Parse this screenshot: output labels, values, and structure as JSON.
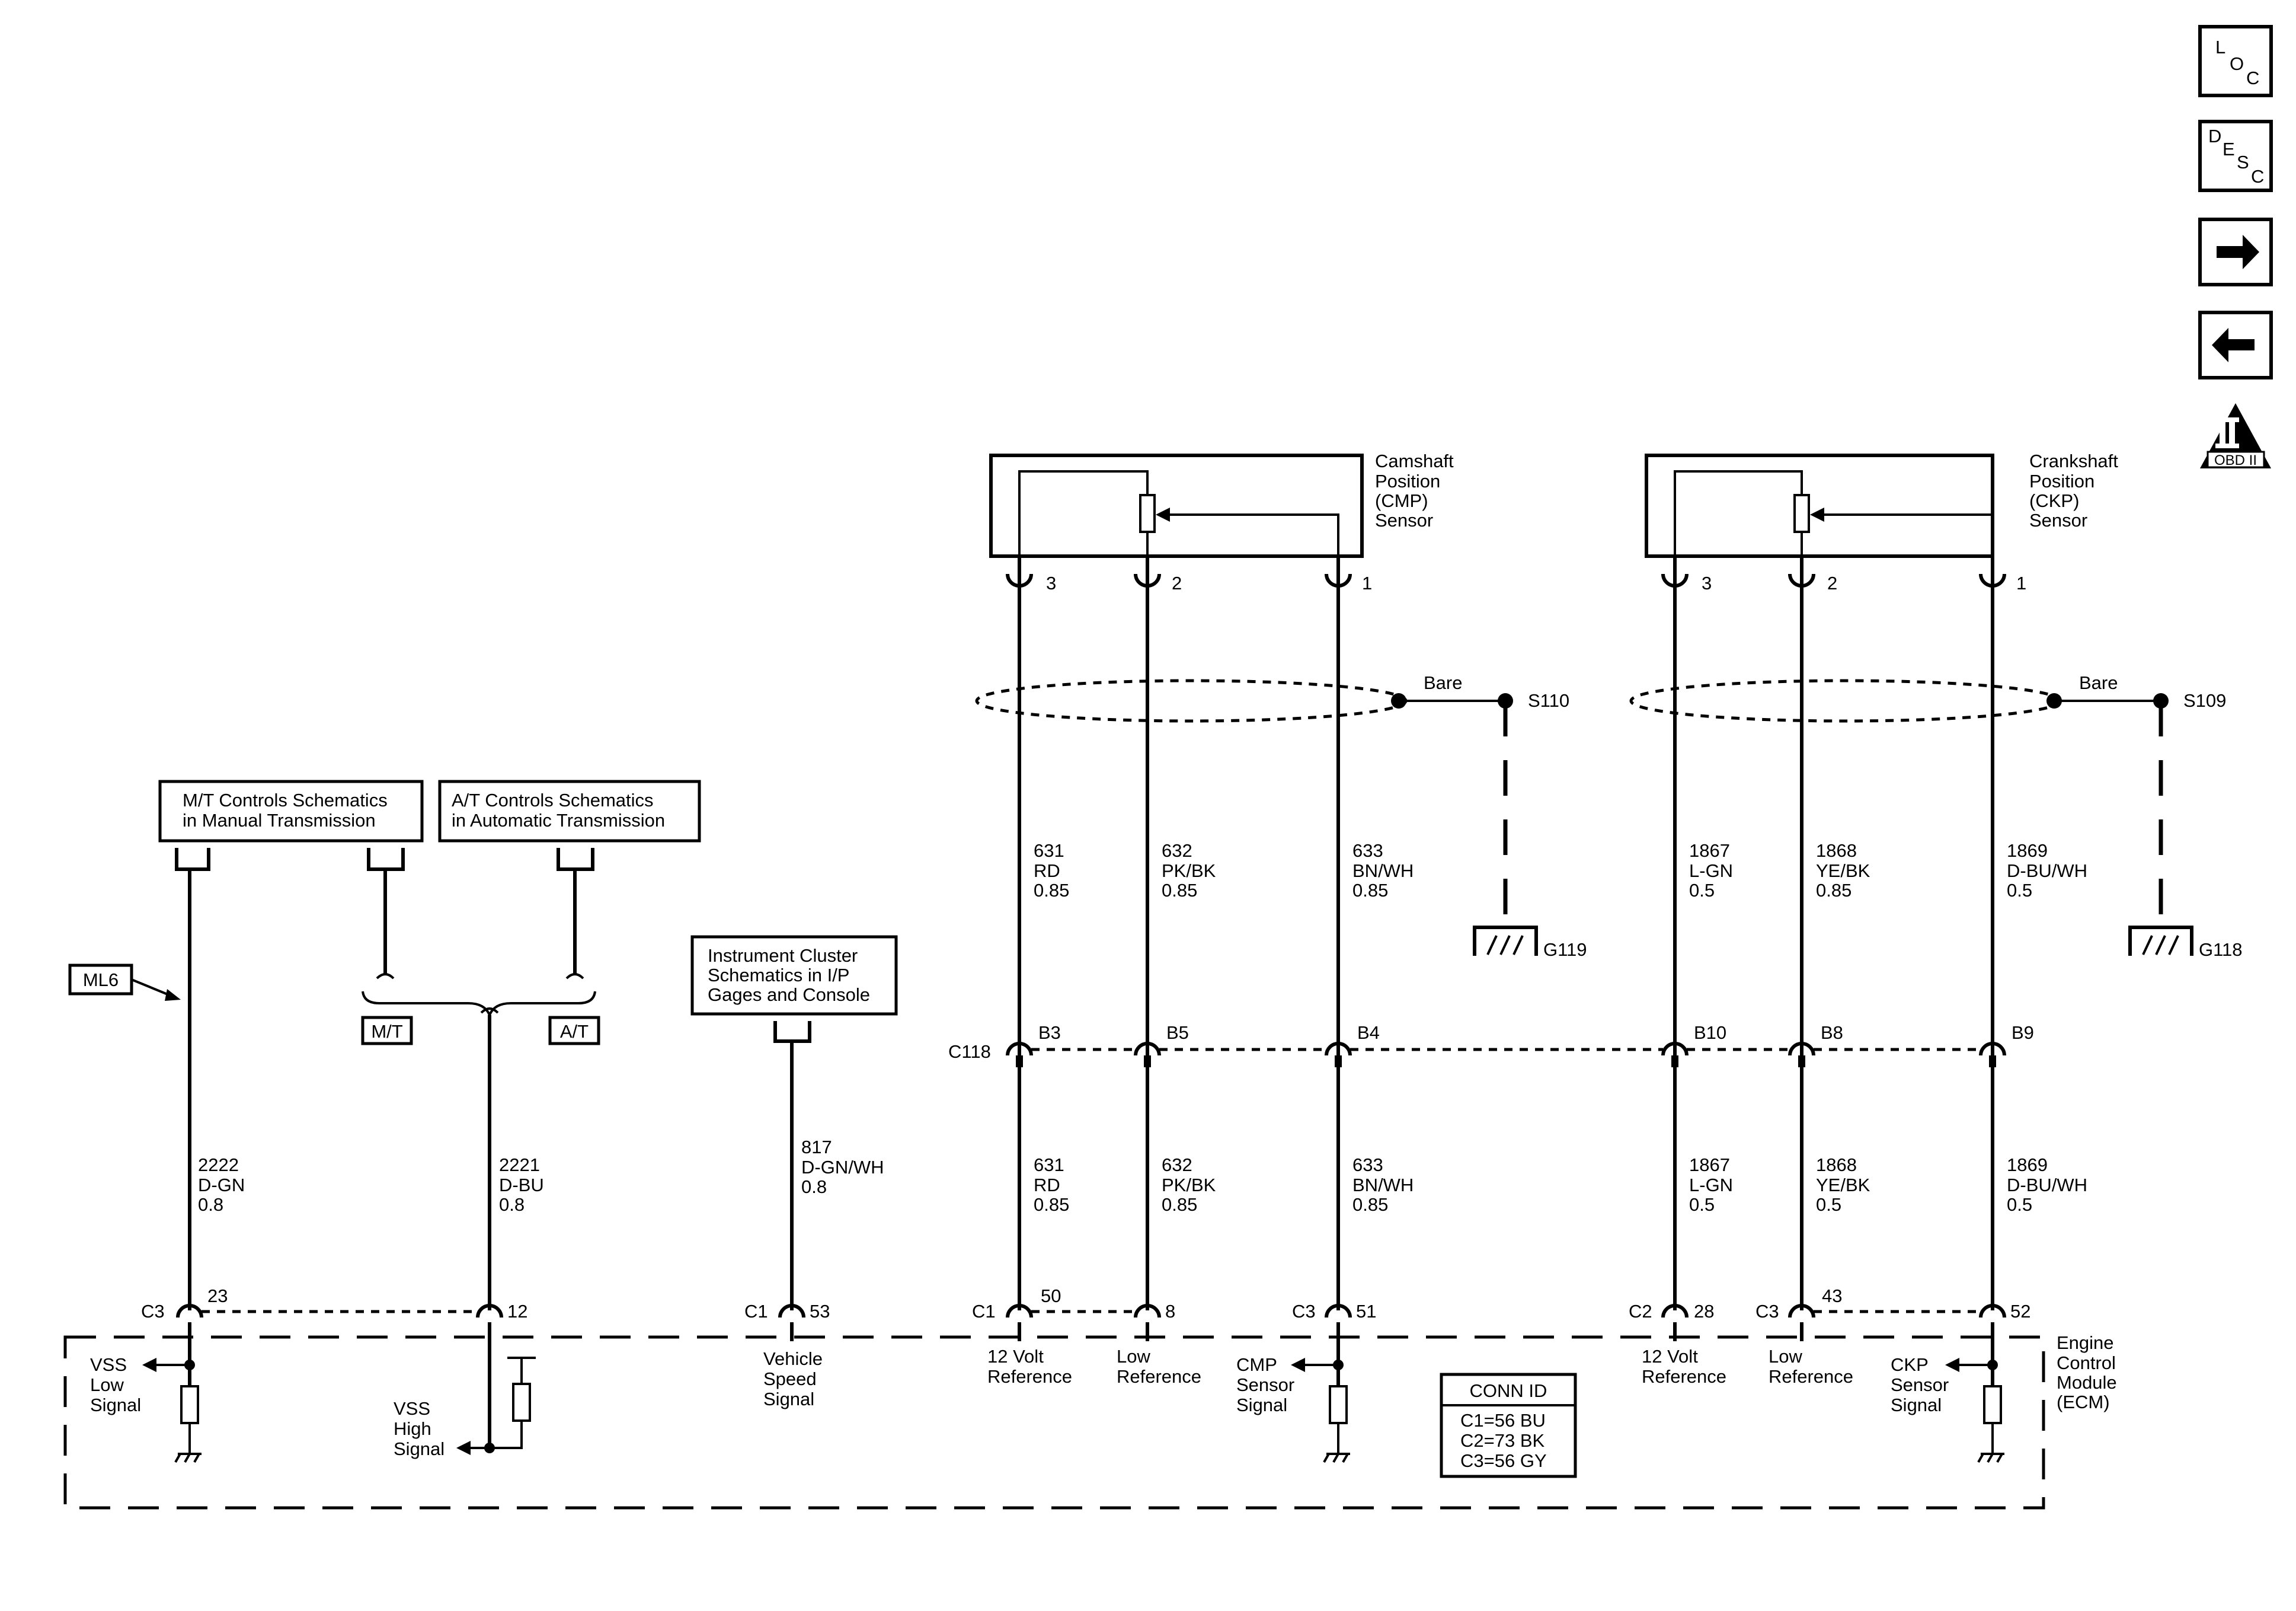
{
  "nav": {
    "loc": [
      "L",
      "O",
      "C"
    ],
    "desc": [
      "D",
      "E",
      "S",
      "C"
    ],
    "obd_label": "OBD II"
  },
  "sensors": {
    "cmp": {
      "lines": [
        "Camshaft",
        "Position",
        "(CMP)",
        "Sensor"
      ],
      "pins": [
        "3",
        "2",
        "1"
      ]
    },
    "ckp": {
      "lines": [
        "Crankshaft",
        "Position",
        "(CKP)",
        "Sensor"
      ],
      "pins": [
        "3",
        "2",
        "1"
      ]
    }
  },
  "shields": {
    "s110": {
      "bare": "Bare",
      "splice": "S110",
      "ground": "G119"
    },
    "s109": {
      "bare": "Bare",
      "splice": "S109",
      "ground": "G118"
    }
  },
  "references": {
    "mt": [
      "M/T Controls Schematics",
      "in Manual Transmission"
    ],
    "at": [
      "A/T Controls Schematics",
      "in Automatic Transmission"
    ],
    "ic": [
      "Instrument Cluster",
      "Schematics in I/P",
      "Gages and Console"
    ],
    "ml6": "ML6",
    "mt_tag": "M/T",
    "at_tag": "A/T"
  },
  "connector_c118": {
    "name": "C118",
    "pins": [
      "B3",
      "B5",
      "B4",
      "B10",
      "B8",
      "B9"
    ]
  },
  "wires_upper": [
    [
      "631",
      "RD",
      "0.85"
    ],
    [
      "632",
      "PK/BK",
      "0.85"
    ],
    [
      "633",
      "BN/WH",
      "0.85"
    ],
    [
      "1867",
      "L-GN",
      "0.5"
    ],
    [
      "1868",
      "YE/BK",
      "0.85"
    ],
    [
      "1869",
      "D-BU/WH",
      "0.5"
    ]
  ],
  "wires_lower": [
    [
      "631",
      "RD",
      "0.85"
    ],
    [
      "632",
      "PK/BK",
      "0.85"
    ],
    [
      "633",
      "BN/WH",
      "0.85"
    ],
    [
      "1867",
      "L-GN",
      "0.5"
    ],
    [
      "1868",
      "YE/BK",
      "0.5"
    ],
    [
      "1869",
      "D-BU/WH",
      "0.5"
    ]
  ],
  "wires_left": [
    [
      "2222",
      "D-GN",
      "0.8"
    ],
    [
      "2221",
      "D-BU",
      "0.8"
    ],
    [
      "817",
      "D-GN/WH",
      "0.8"
    ]
  ],
  "ecm_pins": {
    "c3_left": "C3",
    "p23": "23",
    "p12": "12",
    "c1_mid": "C1",
    "p53": "53",
    "c1_right": "C1",
    "p50": "50",
    "p8": "8",
    "c3_mid": "C3",
    "p51": "51",
    "c2": "C2",
    "p28": "28",
    "c3_right": "C3",
    "p43": "43",
    "p52": "52"
  },
  "ecm_signals": {
    "vss_low": [
      "VSS",
      "Low",
      "Signal"
    ],
    "vss_high": [
      "VSS",
      "High",
      "Signal"
    ],
    "vehicle_speed": [
      "Vehicle",
      "Speed",
      "Signal"
    ],
    "ref12_a": [
      "12 Volt",
      "Reference"
    ],
    "lowref_a": [
      "Low",
      "Reference"
    ],
    "cmp_sig": [
      "CMP",
      "Sensor",
      "Signal"
    ],
    "ref12_b": [
      "12 Volt",
      "Reference"
    ],
    "lowref_b": [
      "Low",
      "Reference"
    ],
    "ckp_sig": [
      "CKP",
      "Sensor",
      "Signal"
    ]
  },
  "ecm": {
    "lines": [
      "Engine",
      "Control",
      "Module",
      "(ECM)"
    ]
  },
  "conn_id": {
    "title": "CONN ID",
    "rows": [
      "C1=56 BU",
      "C2=73 BK",
      "C3=56 GY"
    ]
  }
}
